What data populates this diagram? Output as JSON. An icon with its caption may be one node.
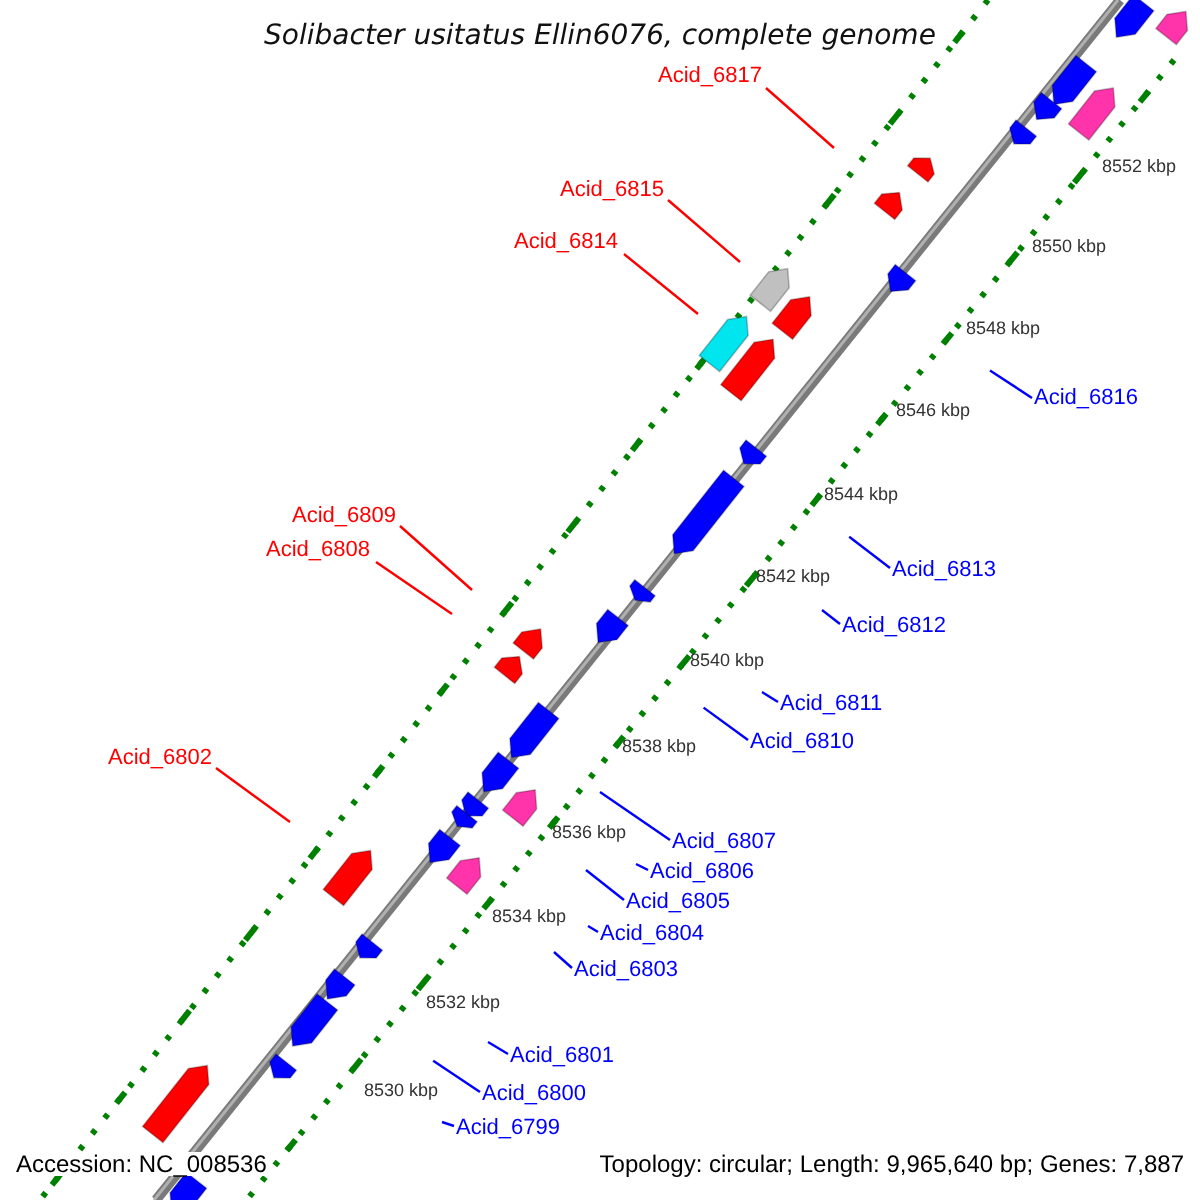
{
  "diagram": {
    "title": "Solibacter usitatus Ellin6076, complete genome",
    "nodes": [
      {
        "text": [
          "Acid_6817"
        ]
      },
      {
        "text": [
          "Acid_6815"
        ]
      },
      {
        "text": [
          "Acid_6814"
        ]
      },
      {
        "text": [
          "Acid_6816"
        ]
      },
      {
        "text": [
          "Acid_6809"
        ]
      },
      {
        "text": [
          "Acid_6808"
        ]
      },
      {
        "text": [
          "Acid_6813"
        ]
      },
      {
        "text": [
          "Acid_6812"
        ]
      },
      {
        "text": [
          "Acid_6811"
        ]
      },
      {
        "text": [
          "Acid_6810"
        ]
      },
      {
        "text": [
          "Acid_6802"
        ]
      },
      {
        "text": [
          "Acid_6807"
        ]
      },
      {
        "text": [
          "Acid_6806"
        ]
      },
      {
        "text": [
          "Acid_6805"
        ]
      },
      {
        "text": [
          "Acid_6804"
        ]
      },
      {
        "text": [
          "Acid_6803"
        ]
      },
      {
        "text": [
          "Acid_6801"
        ]
      },
      {
        "text": [
          "Acid_6800"
        ]
      },
      {
        "text": [
          "Acid_6799"
        ]
      }
    ],
    "edges": [
      {
        "from": 0,
        "to": null,
        "arrow": "none",
        "color": "#ff0000"
      },
      {
        "from": 1,
        "to": null,
        "arrow": "none",
        "color": "#ff0000"
      },
      {
        "from": 2,
        "to": null,
        "arrow": "none",
        "color": "#ff0000"
      },
      {
        "from": 3,
        "to": null,
        "arrow": "none"
      },
      {
        "from": 4,
        "to": null,
        "arrow": "none",
        "color": "#ff0000"
      },
      {
        "from": 5,
        "to": null,
        "arrow": "none",
        "color": "#ff0000"
      },
      {
        "from": 6,
        "to": null,
        "arrow": "none"
      },
      {
        "from": 7,
        "to": null,
        "arrow": "none"
      },
      {
        "from": 8,
        "to": null,
        "arrow": "none"
      },
      {
        "from": 9,
        "to": null,
        "arrow": "none"
      },
      {
        "from": 10,
        "to": null,
        "arrow": "none",
        "color": "#ff0000"
      },
      {
        "from": 11,
        "to": null,
        "arrow": "none"
      },
      {
        "from": 12,
        "to": null,
        "arrow": "none"
      },
      {
        "from": 13,
        "to": null,
        "arrow": "none"
      },
      {
        "from": 14,
        "to": null,
        "arrow": "none"
      },
      {
        "from": 15,
        "to": null,
        "arrow": "none"
      },
      {
        "from": 16,
        "to": null,
        "arrow": "none"
      },
      {
        "from": 17,
        "to": null,
        "arrow": "none"
      },
      {
        "from": 18,
        "to": null,
        "arrow": "none"
      }
    ],
    "labels": [
      "8552 kbp",
      "8550 kbp",
      "8548 kbp",
      "8546 kbp",
      "8544 kbp",
      "8542 kbp",
      "8540 kbp",
      "8538 kbp",
      "8536 kbp",
      "8534 kbp",
      "8532 kbp",
      "8530 kbp",
      "Accession: NC_008536",
      "Topology: circular; Length: 9,965,640 bp; Genes: 7,887"
    ]
  }
}
